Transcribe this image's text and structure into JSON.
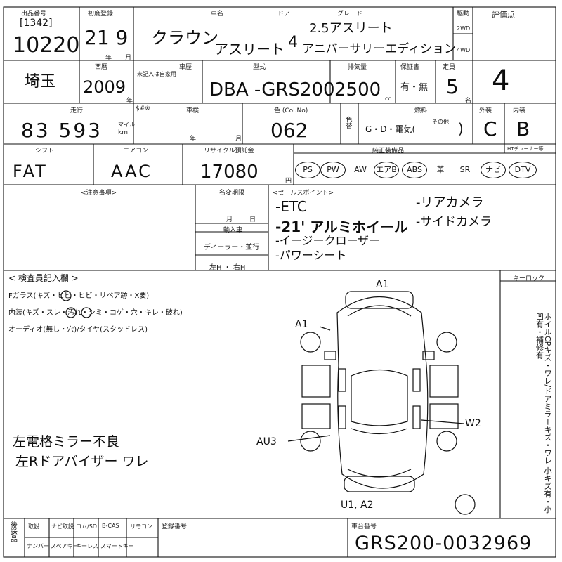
{
  "header": {
    "lot_label": "出品番号",
    "lot_prefix": "[1342]",
    "lot_number": "10220",
    "reg_label": "初度登録",
    "reg_value": "21 9",
    "reg_unit_y": "年",
    "reg_unit_m": "月",
    "car_name_label": "車名",
    "car_name": "クラウン",
    "car_name2": "アスリート",
    "doors_label": "ドア",
    "doors": "4",
    "grade_label": "グレード",
    "grade1": "2.5アスリート",
    "grade2": "アニバーサリーエディション",
    "drive_label": "駆動",
    "drive_2wd": "2WD",
    "drive_4wd": "4WD",
    "score_label": "評価点",
    "score": "4"
  },
  "row2": {
    "region": "埼玉",
    "year_label": "西暦",
    "year": "2009",
    "year_unit": "年",
    "history_label": "車歴",
    "history_note": "未記入は自家用",
    "model_label": "型式",
    "model": "DBA -GRS200",
    "cc_label": "排気量",
    "cc": "2500",
    "cc_unit": "cc",
    "warranty_label": "保証書",
    "warranty": "有・無",
    "seats_label": "定員",
    "seats": "5",
    "seats_unit": "名"
  },
  "row3": {
    "mileage_label": "走行",
    "mileage": "83 593",
    "mileage_unit_mile": "マイル",
    "mileage_unit_km": "km",
    "sharp_label": "$#※",
    "shaken_label": "車検",
    "shaken_y": "年",
    "shaken_m": "月",
    "color_label": "色 (Col.No)",
    "color_code": "062",
    "color_change": "色替",
    "fuel_label": "燃料",
    "fuel_opts": "G・D・電気(",
    "fuel_other": "その他",
    "fuel_close": ")",
    "ext_label": "外装",
    "ext": "C",
    "int_label": "内装",
    "int": "B"
  },
  "row4": {
    "shift_label": "シフト",
    "shift": "FAT",
    "ac_label": "エアコン",
    "ac": "AAC",
    "recycle_label": "リサイクル預託金",
    "recycle": "17080",
    "recycle_unit": "円",
    "equip_label": "純正装備品",
    "equip_extra": "HTチューナー等",
    "equip": [
      "PS",
      "PW",
      "AW",
      "エアB",
      "ABS",
      "革",
      "SR",
      "ナビ",
      "DTV"
    ]
  },
  "notes": {
    "caution_label": "<注意事項>",
    "name_change_label": "名変期限",
    "nc_month": "月",
    "nc_day": "日",
    "import_label": "輸入車",
    "dealer": "ディーラー・並行",
    "steer": "左H ・ 右H",
    "sales_label": "<セールスポイント>",
    "sales": [
      "-ETC",
      "-21' アルミホイール",
      "-イージークローザー",
      "-パワーシート",
      "-リアカメラ",
      "-サイドカメラ"
    ]
  },
  "inspection": {
    "title": "< 検査員記入欄 >",
    "line1": "Fガラス(キズ・ヒビ・ヒビ・リペア跡・X要)",
    "line2": "内装(キズ・スレ・汚れ・シミ・コゲ・穴・キレ・破れ)",
    "line3": "オーディオ(無し・穴)/タイヤ(スタッドレス)",
    "hand1": "左電格ミラー不良",
    "hand2": "左Rドアバイザー ワレ",
    "key_label": "キーロック",
    "side_note": "ホイルCPキズ・ワレ/ドアミラーキズ・ワレ 小キズ有・小凹有・補修有",
    "marks": {
      "a1_top": "A1",
      "a1_left": "A1",
      "au3": "AU3",
      "w2": "W2",
      "bottom": "U1, A2"
    }
  },
  "footer": {
    "ship_label": "後送品",
    "items_top": [
      "取説",
      "ナビ取説",
      "ロム/SD",
      "B-CAS",
      "リモコン"
    ],
    "items_bottom": [
      "ナンバー",
      "スペアキー",
      "キーレス",
      "スマートキー"
    ],
    "reg_no_label": "登録番号",
    "chassis_label": "車台番号",
    "chassis": "GRS200-0032969"
  }
}
